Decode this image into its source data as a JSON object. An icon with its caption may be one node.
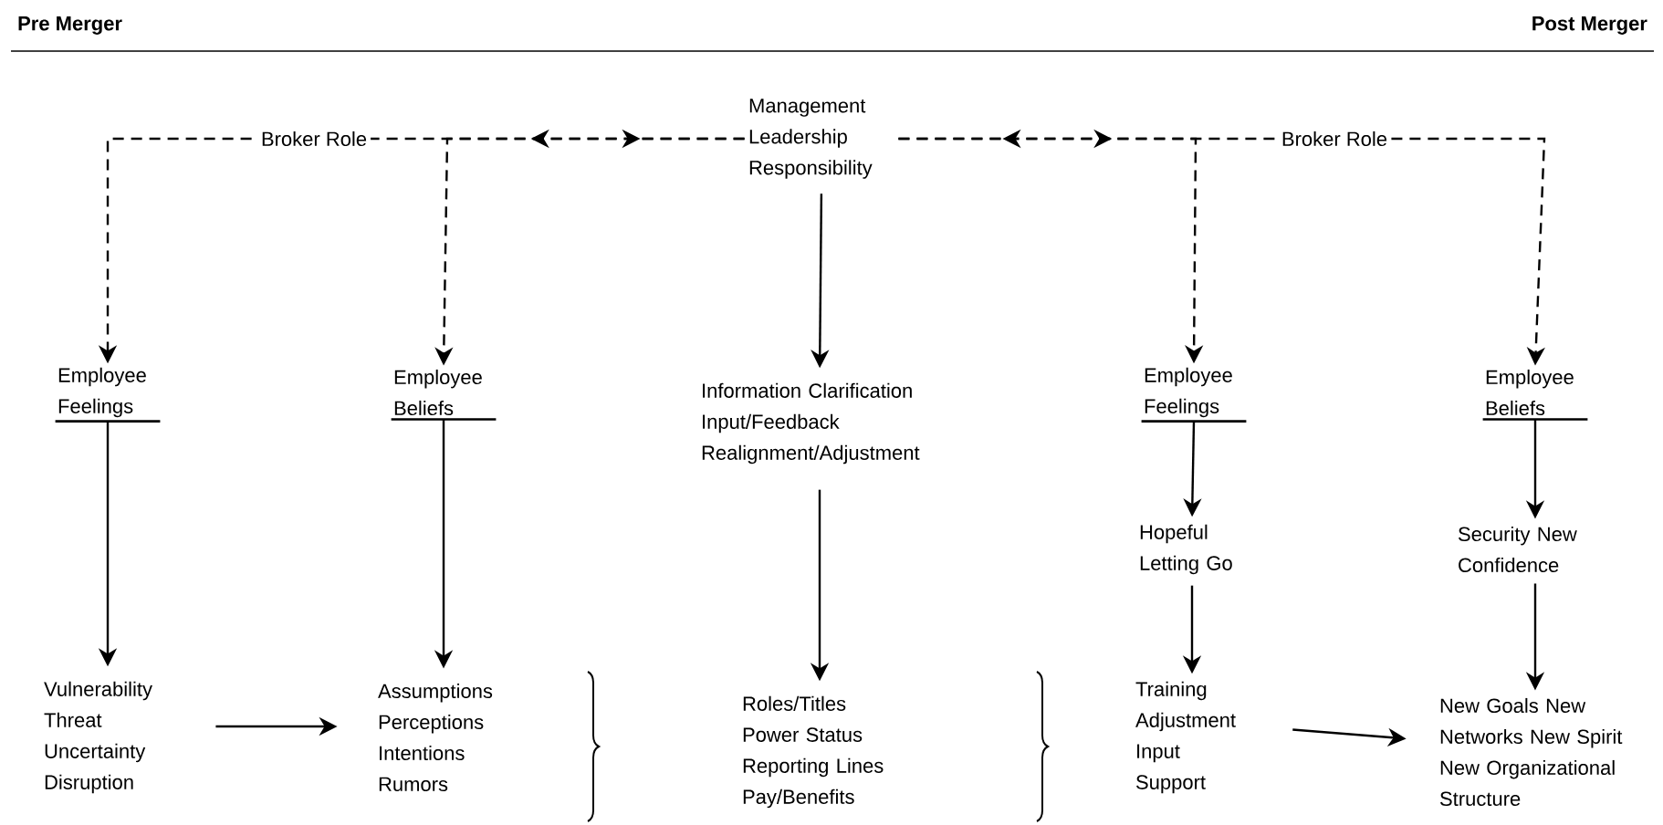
{
  "diagram": {
    "nodes": [
      {
        "text": [
          "Management Leadership Responsibility"
        ]
      },
      {
        "text": [
          "Employee Feelings"
        ]
      },
      {
        "text": [
          "Employee Beliefs"
        ]
      },
      {
        "text": [
          "Information Clarification Input/Feedback Realignment/Adjustment"
        ]
      },
      {
        "text": [
          "Employee Feelings"
        ]
      },
      {
        "text": [
          "Employee Beliefs"
        ]
      },
      {
        "text": [
          "Vulnerability Threat Uncertainty Disruption"
        ]
      },
      {
        "text": [
          "Assumptions Perceptions Intentions Rumors"
        ]
      },
      {
        "text": [
          "Roles/Titles Power Status Reporting Lines Pay/Benefits"
        ]
      },
      {
        "text": [
          "Hopeful Letting Go"
        ]
      },
      {
        "text": [
          "Training Adjustment Input Support"
        ]
      },
      {
        "text": [
          "Security New Confidence"
        ]
      },
      {
        "text": [
          "New Goals New Networks New Spirit New Organizational Structure"
        ]
      }
    ],
    "edges": [
      {
        "from": 0,
        "to": 1,
        "arrow": "to",
        "style": "dashed",
        "label": "Broker Role"
      },
      {
        "from": 0,
        "to": 2,
        "arrow": "to",
        "style": "dashed"
      },
      {
        "from": 0,
        "to": 4,
        "arrow": "to",
        "style": "dashed"
      },
      {
        "from": 0,
        "to": 5,
        "arrow": "to",
        "style": "dashed",
        "label": "Broker Role"
      },
      {
        "from": 0,
        "to": 3,
        "arrow": "to"
      },
      {
        "from": 1,
        "to": 6,
        "arrow": "to"
      },
      {
        "from": 2,
        "to": 7,
        "arrow": "to"
      },
      {
        "from": 3,
        "to": 8,
        "arrow": "to"
      },
      {
        "from": 4,
        "to": 9,
        "arrow": "to"
      },
      {
        "from": 9,
        "to": 10,
        "arrow": "to"
      },
      {
        "from": 5,
        "to": 11,
        "arrow": "to"
      },
      {
        "from": 11,
        "to": 12,
        "arrow": "to"
      },
      {
        "from": 6,
        "to": 7,
        "arrow": "to"
      },
      {
        "from": 10,
        "to": 12,
        "arrow": "to"
      }
    ],
    "labels": [
      "Pre Merger",
      "Post Merger"
    ]
  }
}
